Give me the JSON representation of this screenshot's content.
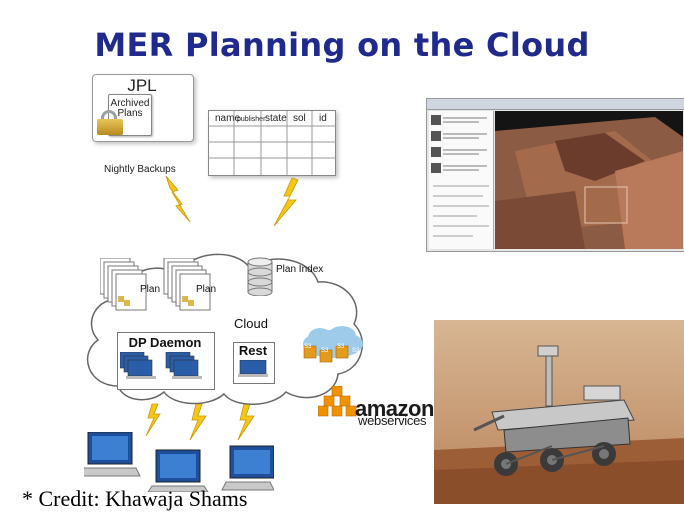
{
  "slide": {
    "title": "MER Planning on the Cloud",
    "credit": "* Credit: Khawaja Shams"
  },
  "jpl": {
    "label": "JPL",
    "archived_line1": "Archived",
    "archived_line2": "Plans",
    "backup_label": "Nightly Backups"
  },
  "table": {
    "headers": [
      "name",
      "publisher",
      "state",
      "sol",
      "id"
    ]
  },
  "cloud": {
    "label": "Cloud",
    "plan_index_label": "Plan Index",
    "plan_label_1": "Plan",
    "plan_label_2": "Plan",
    "dp_daemon_label": "DP Daemon",
    "rest_label": "Rest",
    "s3_labels": [
      "S3",
      "S3",
      "S3",
      "S3"
    ]
  },
  "amazon": {
    "word": "amazon",
    "sub": "webservices"
  },
  "colors": {
    "title": "#1f2a8c",
    "lightning": "#f5c518",
    "amazon_orange": "#f29100",
    "mars_sky": "#c9a27a"
  }
}
